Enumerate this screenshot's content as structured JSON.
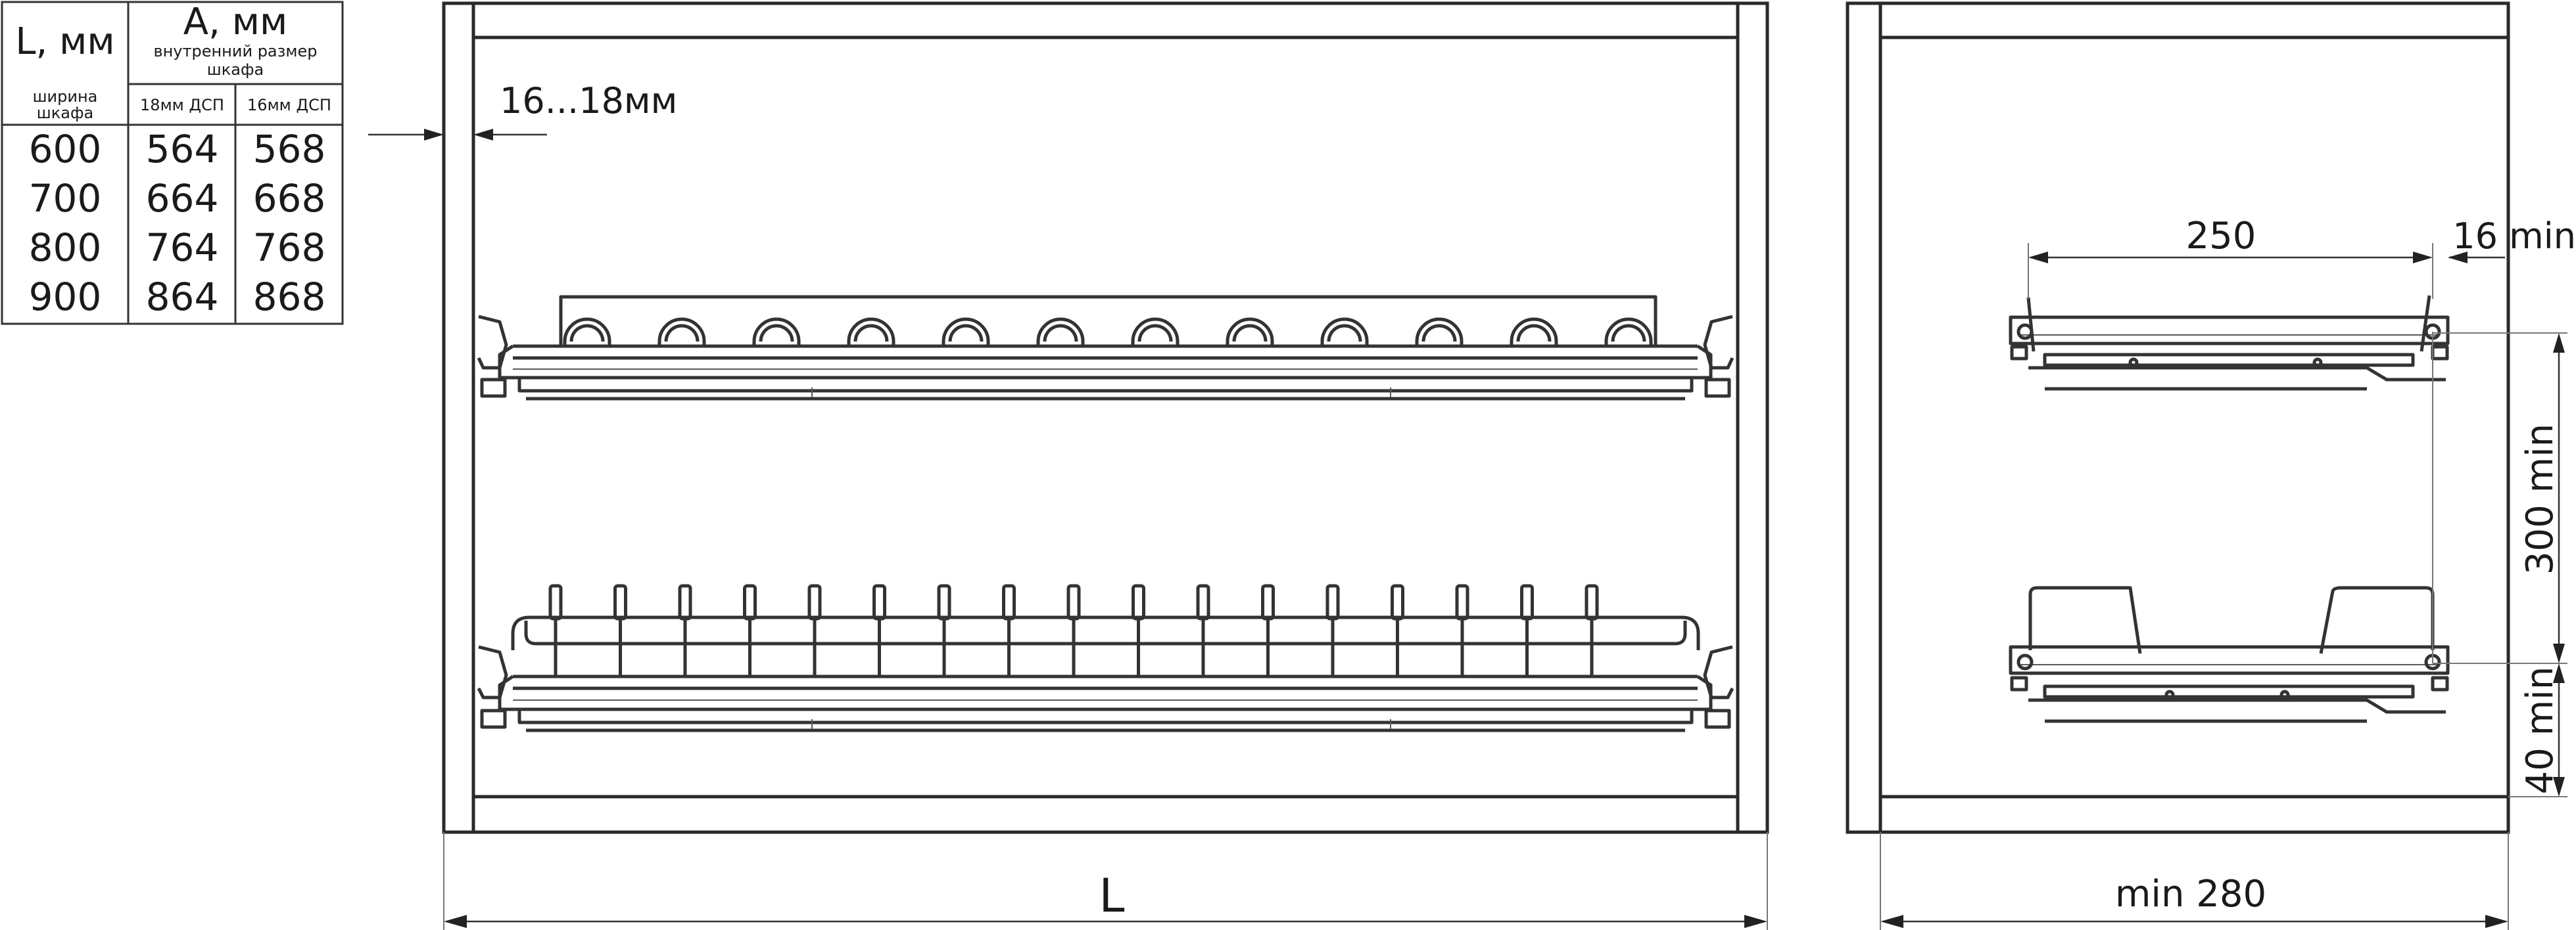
{
  "table": {
    "col_l_header": "L, мм",
    "col_a_header": "A, мм",
    "col_a_sub": [
      "внутренний размер",
      "шкафа"
    ],
    "width_label": [
      "ширина",
      "шкафа"
    ],
    "sub_18": "18мм ДСП",
    "sub_16": "16мм ДСП",
    "rows": [
      {
        "l": "600",
        "a18": "564",
        "a16": "568"
      },
      {
        "l": "700",
        "a18": "664",
        "a16": "668"
      },
      {
        "l": "800",
        "a18": "764",
        "a16": "768"
      },
      {
        "l": "900",
        "a18": "864",
        "a16": "868"
      }
    ]
  },
  "front_view": {
    "side_gap_label": "16...18мм",
    "width_label": "L"
  },
  "side_view": {
    "depth_label": "250",
    "rear_gap_label": "16 min",
    "spacing_label": "300 min",
    "bottom_gap_label": "40 min",
    "min_depth_label": "min 280"
  }
}
